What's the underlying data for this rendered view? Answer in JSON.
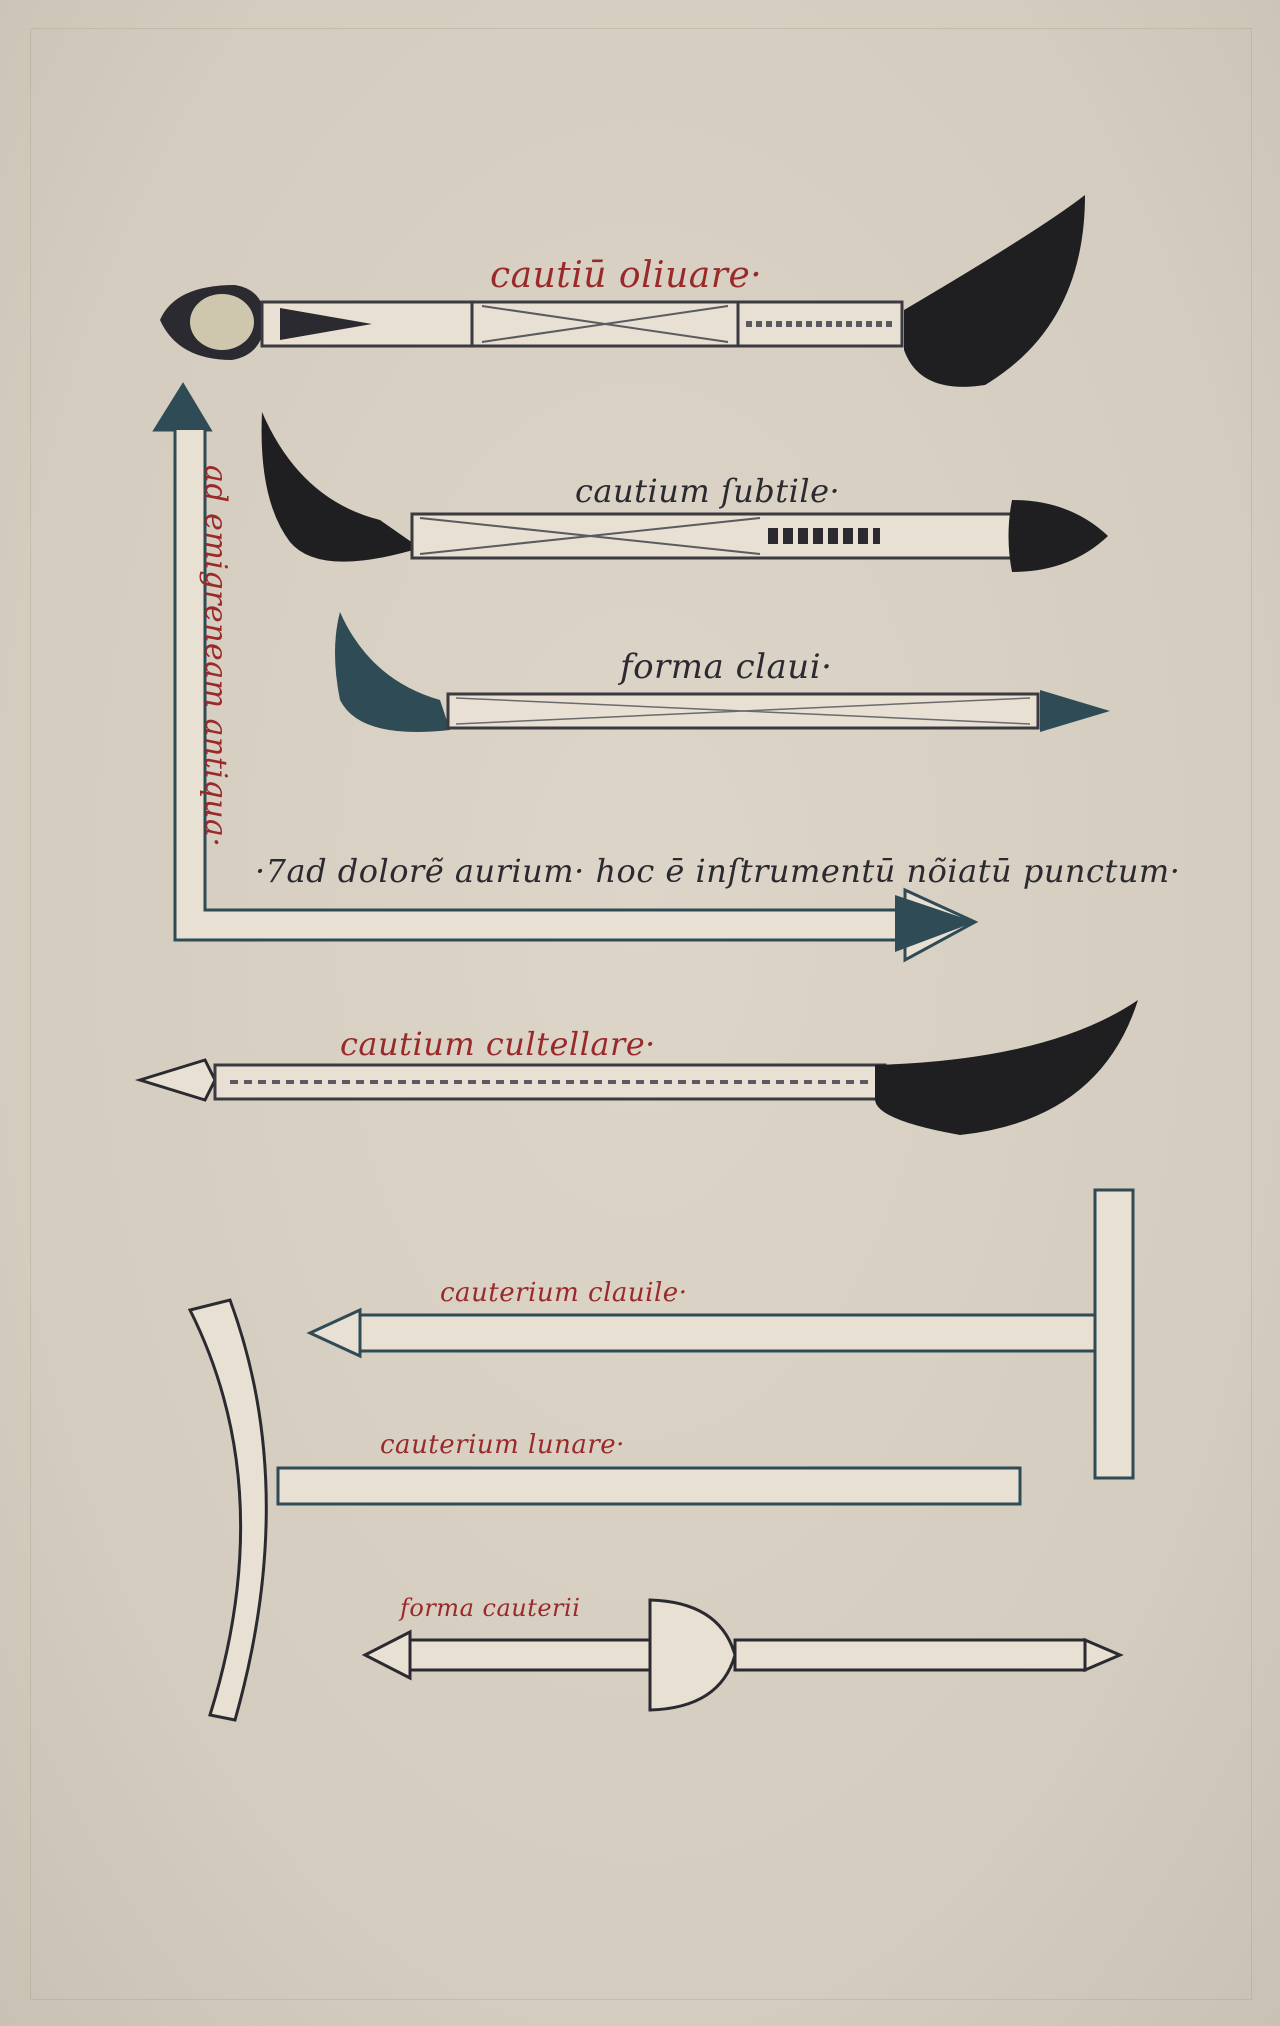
{
  "colors": {
    "ink_dark": "#2a2a30",
    "ink_blue": "#2f4b55",
    "rubric_red": "#9a2a2a",
    "ink_black": "#1c1c1c",
    "parchment": "#d9d1c4"
  },
  "labels": {
    "cauterium_olivare": "cautiū oliuare·",
    "cauterium_subtile": "cautium ſubtile·",
    "forma_clavi_1": "forma claui·",
    "ad_extremitatem": "ad emigreneam antiqua·",
    "ad_dolorem": "·7ad dolorẽ aurium· hoc ē inſtrumentū nõiatū punctum·",
    "cauterium_cultellare": "cautium cultellare·",
    "cauterium_clavile": "cauterium clauile·",
    "cauterium_lunare": "cauterium lunare·",
    "forma_cauterii": "forma cauterii"
  }
}
